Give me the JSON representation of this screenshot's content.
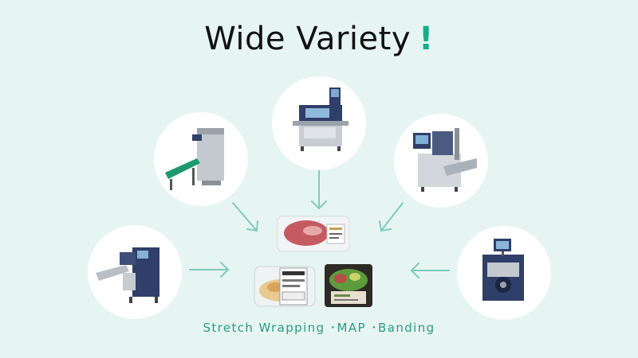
{
  "title": {
    "text": "Wide Variety",
    "mark": "!"
  },
  "subtitle": "Stretch Wrapping ･MAP ･Banding",
  "colors": {
    "background": "#e6f5f1",
    "accent": "#1bab8a",
    "arrow": "#80cbbb",
    "subtitle": "#2a9a82"
  },
  "machines": [
    {
      "id": "top-center",
      "icon": "wrapping-machine-icon"
    },
    {
      "id": "upper-left",
      "icon": "conveyor-wrapper-icon"
    },
    {
      "id": "upper-right",
      "icon": "labeling-machine-icon"
    },
    {
      "id": "lower-left",
      "icon": "automatic-wrapper-icon"
    },
    {
      "id": "lower-right",
      "icon": "banding-machine-icon"
    }
  ],
  "products": [
    {
      "id": "meat-tray",
      "icon": "meat-tray-icon"
    },
    {
      "id": "salad-container",
      "icon": "salad-container-icon"
    },
    {
      "id": "salad-tray",
      "icon": "salad-tray-icon"
    }
  ]
}
